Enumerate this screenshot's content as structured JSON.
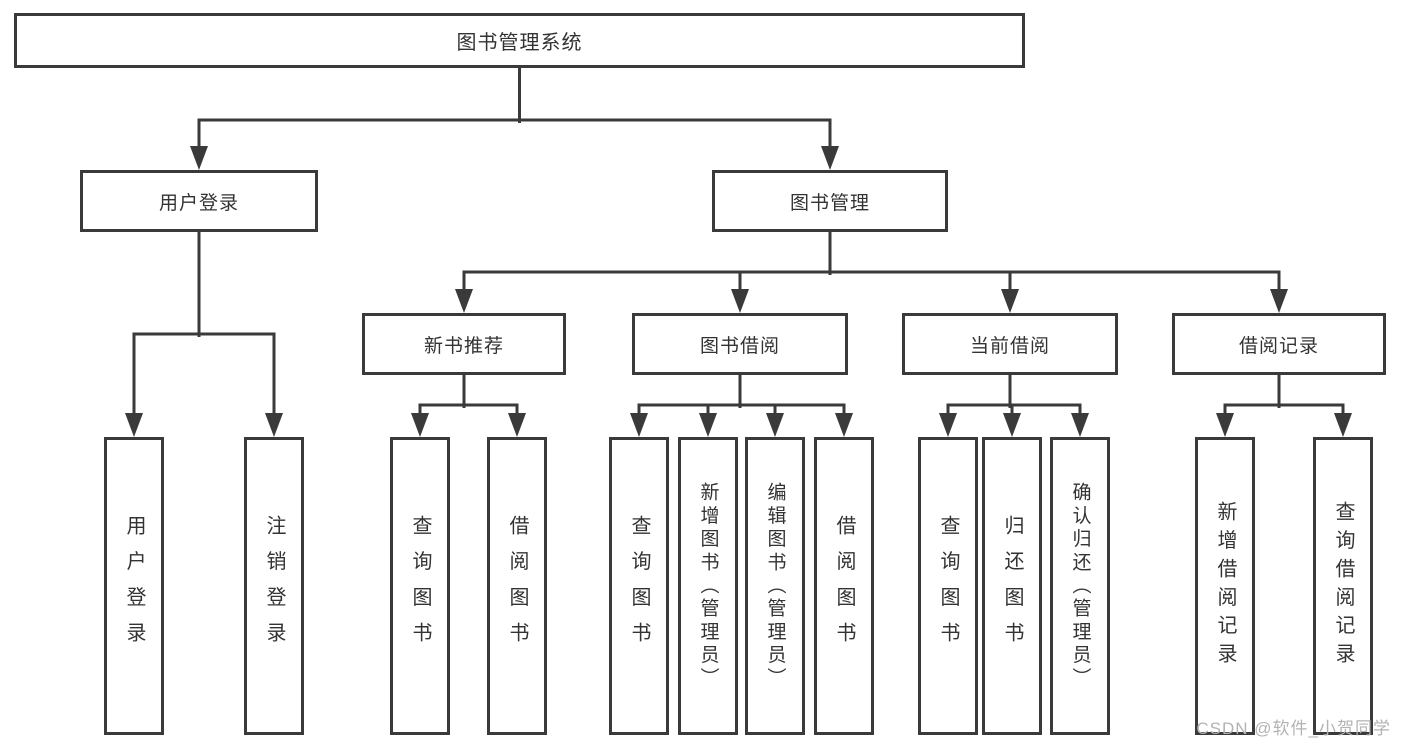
{
  "tree": {
    "label": "图书管理系统",
    "children": [
      {
        "label": "用户登录",
        "children": [
          {
            "label": "用户登录"
          },
          {
            "label": "注销登录"
          }
        ]
      },
      {
        "label": "图书管理",
        "children": [
          {
            "label": "新书推荐",
            "children": [
              {
                "label": "查询图书"
              },
              {
                "label": "借阅图书"
              }
            ]
          },
          {
            "label": "图书借阅",
            "children": [
              {
                "label": "查询图书"
              },
              {
                "label": "新增图书（管理员）"
              },
              {
                "label": "编辑图书（管理员）"
              },
              {
                "label": "借阅图书"
              }
            ]
          },
          {
            "label": "当前借阅",
            "children": [
              {
                "label": "查询图书"
              },
              {
                "label": "归还图书"
              },
              {
                "label": "确认归还（管理员）"
              }
            ]
          },
          {
            "label": "借阅记录",
            "children": [
              {
                "label": "新增借阅记录"
              },
              {
                "label": "查询借阅记录"
              }
            ]
          }
        ]
      }
    ]
  },
  "watermark": {
    "text": "CSDN @软件_小贺同学"
  },
  "colors": {
    "line": "#3a3a3a",
    "text": "#333333",
    "watermark": "#b3b3b3",
    "background": "#ffffff"
  }
}
